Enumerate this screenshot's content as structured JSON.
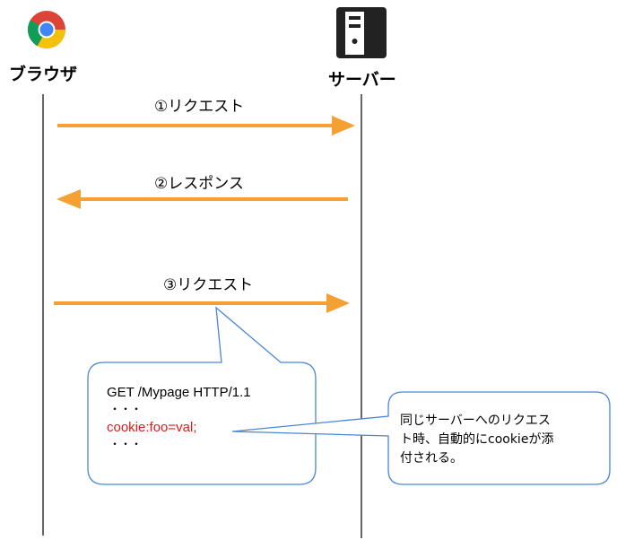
{
  "browser": {
    "label": "ブラウザ",
    "icon": "chrome-icon"
  },
  "server": {
    "label": "サーバー",
    "icon": "server-icon"
  },
  "messages": [
    {
      "label": "①リクエスト",
      "direction": "browser-to-server"
    },
    {
      "label": "②レスポンス",
      "direction": "server-to-browser"
    },
    {
      "label": "③リクエスト",
      "direction": "browser-to-server"
    }
  ],
  "request_bubble": {
    "line1": "GET /Mypage HTTP/1.1",
    "dots1": "・・・",
    "cookie_line": "cookie:foo=val;",
    "dots2": "・・・"
  },
  "note": {
    "line1": "同じサーバーへのリクエス",
    "line2": "ト時、自動的にcookieが添",
    "line3": "付される。"
  },
  "colors": {
    "arrow": "#f5a033",
    "lifeline": "#666666",
    "bubble_border": "#4a86d8",
    "cookie_text": "#e01b1b"
  }
}
